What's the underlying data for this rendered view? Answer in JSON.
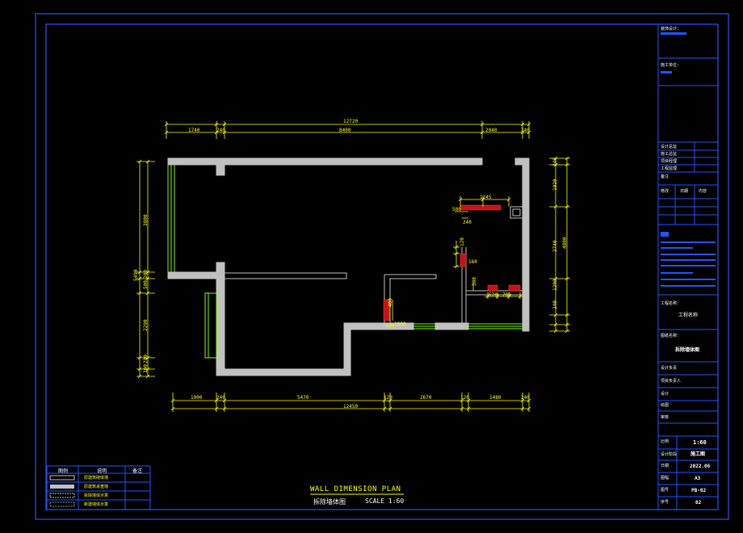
{
  "colors": {
    "frame": "#1e56ff",
    "wall": "#c0c0c0",
    "dim": "#ffff00",
    "window": "#7fff00",
    "demo": "#ff2020",
    "text_white": "#ffffff"
  },
  "plan": {
    "title": "WALL DIMENSION PLAN",
    "subtitle": "拆除墙体图",
    "scale": "SCALE 1:60"
  },
  "dimensions": {
    "top_total": "12720",
    "top_segments": [
      "1740",
      "240",
      "8400",
      "2040",
      "240"
    ],
    "bottom_total": "12450",
    "bottom_segments": [
      "1900",
      "240",
      "5470",
      "120",
      "2670",
      "120",
      "1480",
      "240"
    ],
    "left_total": "5490",
    "left_segments": [
      "3800",
      "200",
      "500",
      "2290",
      "200",
      "300"
    ],
    "right_total": "4800",
    "right_segments": [
      "240",
      "1920",
      "2740",
      "1200",
      "240"
    ],
    "inner": [
      "1245",
      "500",
      "240",
      "120",
      "160",
      "580",
      "570",
      "700",
      "460",
      "1000",
      "120"
    ]
  },
  "legend": {
    "headers": [
      "图例",
      "说明",
      "备注"
    ],
    "rows": [
      "原建筑砌体墙",
      "原建筑承重墙",
      "拆除墙体示意",
      "新建墙体示意"
    ]
  },
  "title_block": {
    "design_unit": "装饰设计:",
    "builder": "施工单位:",
    "approvals": [
      "设计总监",
      "施工总监",
      "项目经理",
      "工程监理"
    ],
    "notes": "备注",
    "revisions": [
      "修改",
      "日期",
      "内容"
    ],
    "project_name_label": "工程名称:",
    "project_name": "工程名称",
    "drawing_name_label": "图纸名称:",
    "drawing_name": "拆除墙体图",
    "designer": "设计负责",
    "checker": "项目负责人",
    "drawer": "设计",
    "drawn": "绘图",
    "audit": "审核",
    "scale_label": "比例",
    "scale_value": "1:60",
    "phase_label": "设计阶段",
    "phase_value": "施工图",
    "date_label": "日期",
    "date_value": "2022.06",
    "size_label": "图幅",
    "size_value": "A3",
    "no_label": "图号",
    "no_value": "PB-02",
    "seq_label": "序号",
    "seq_value": "02"
  }
}
